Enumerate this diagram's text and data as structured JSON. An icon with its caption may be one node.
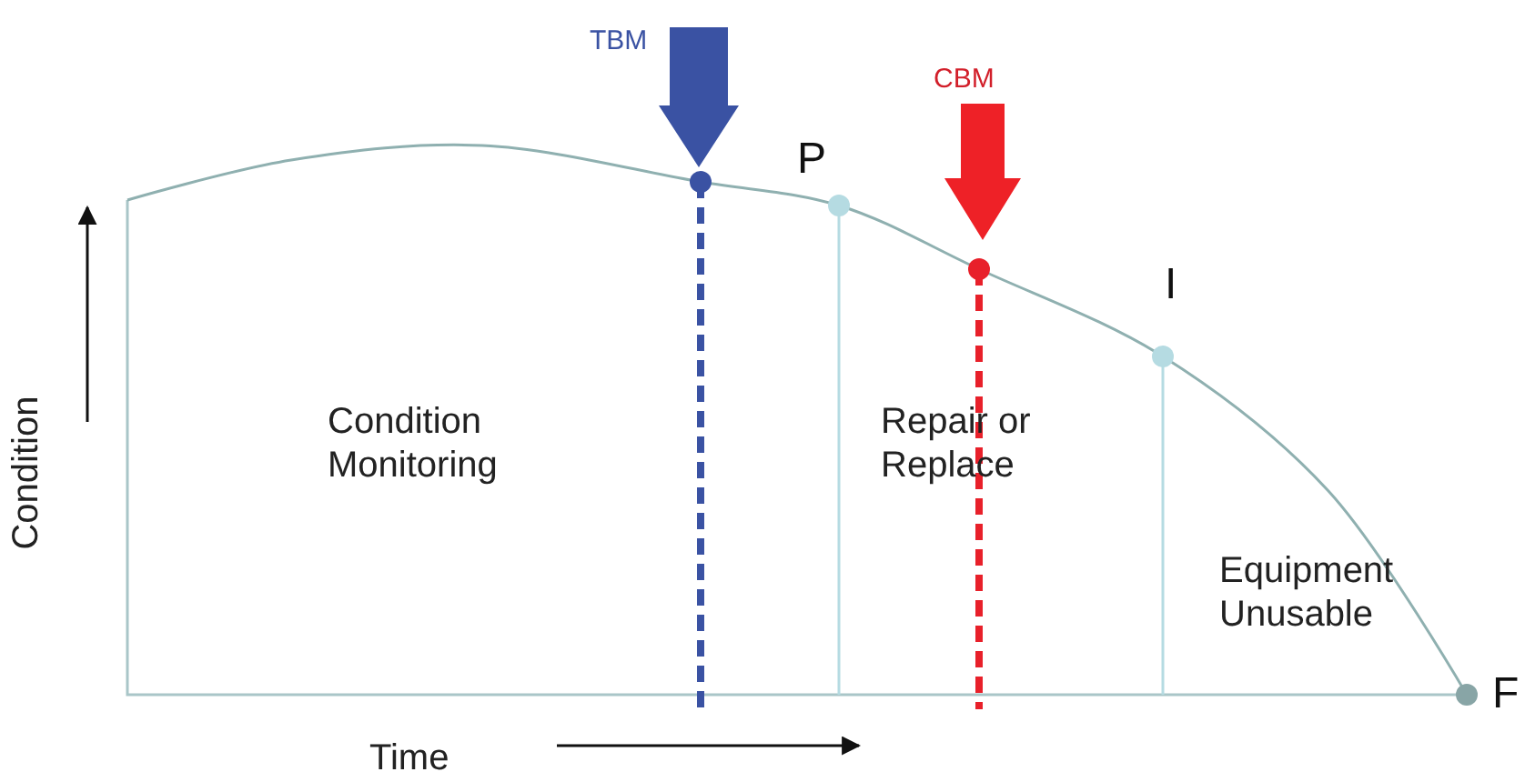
{
  "diagram": {
    "labels": [
      "TBM",
      "CBM",
      "P",
      "I",
      "Condition Monitoring",
      "Repair or Replace",
      "Equipment Unusable",
      "F",
      "Condition",
      "Time"
    ]
  }
}
